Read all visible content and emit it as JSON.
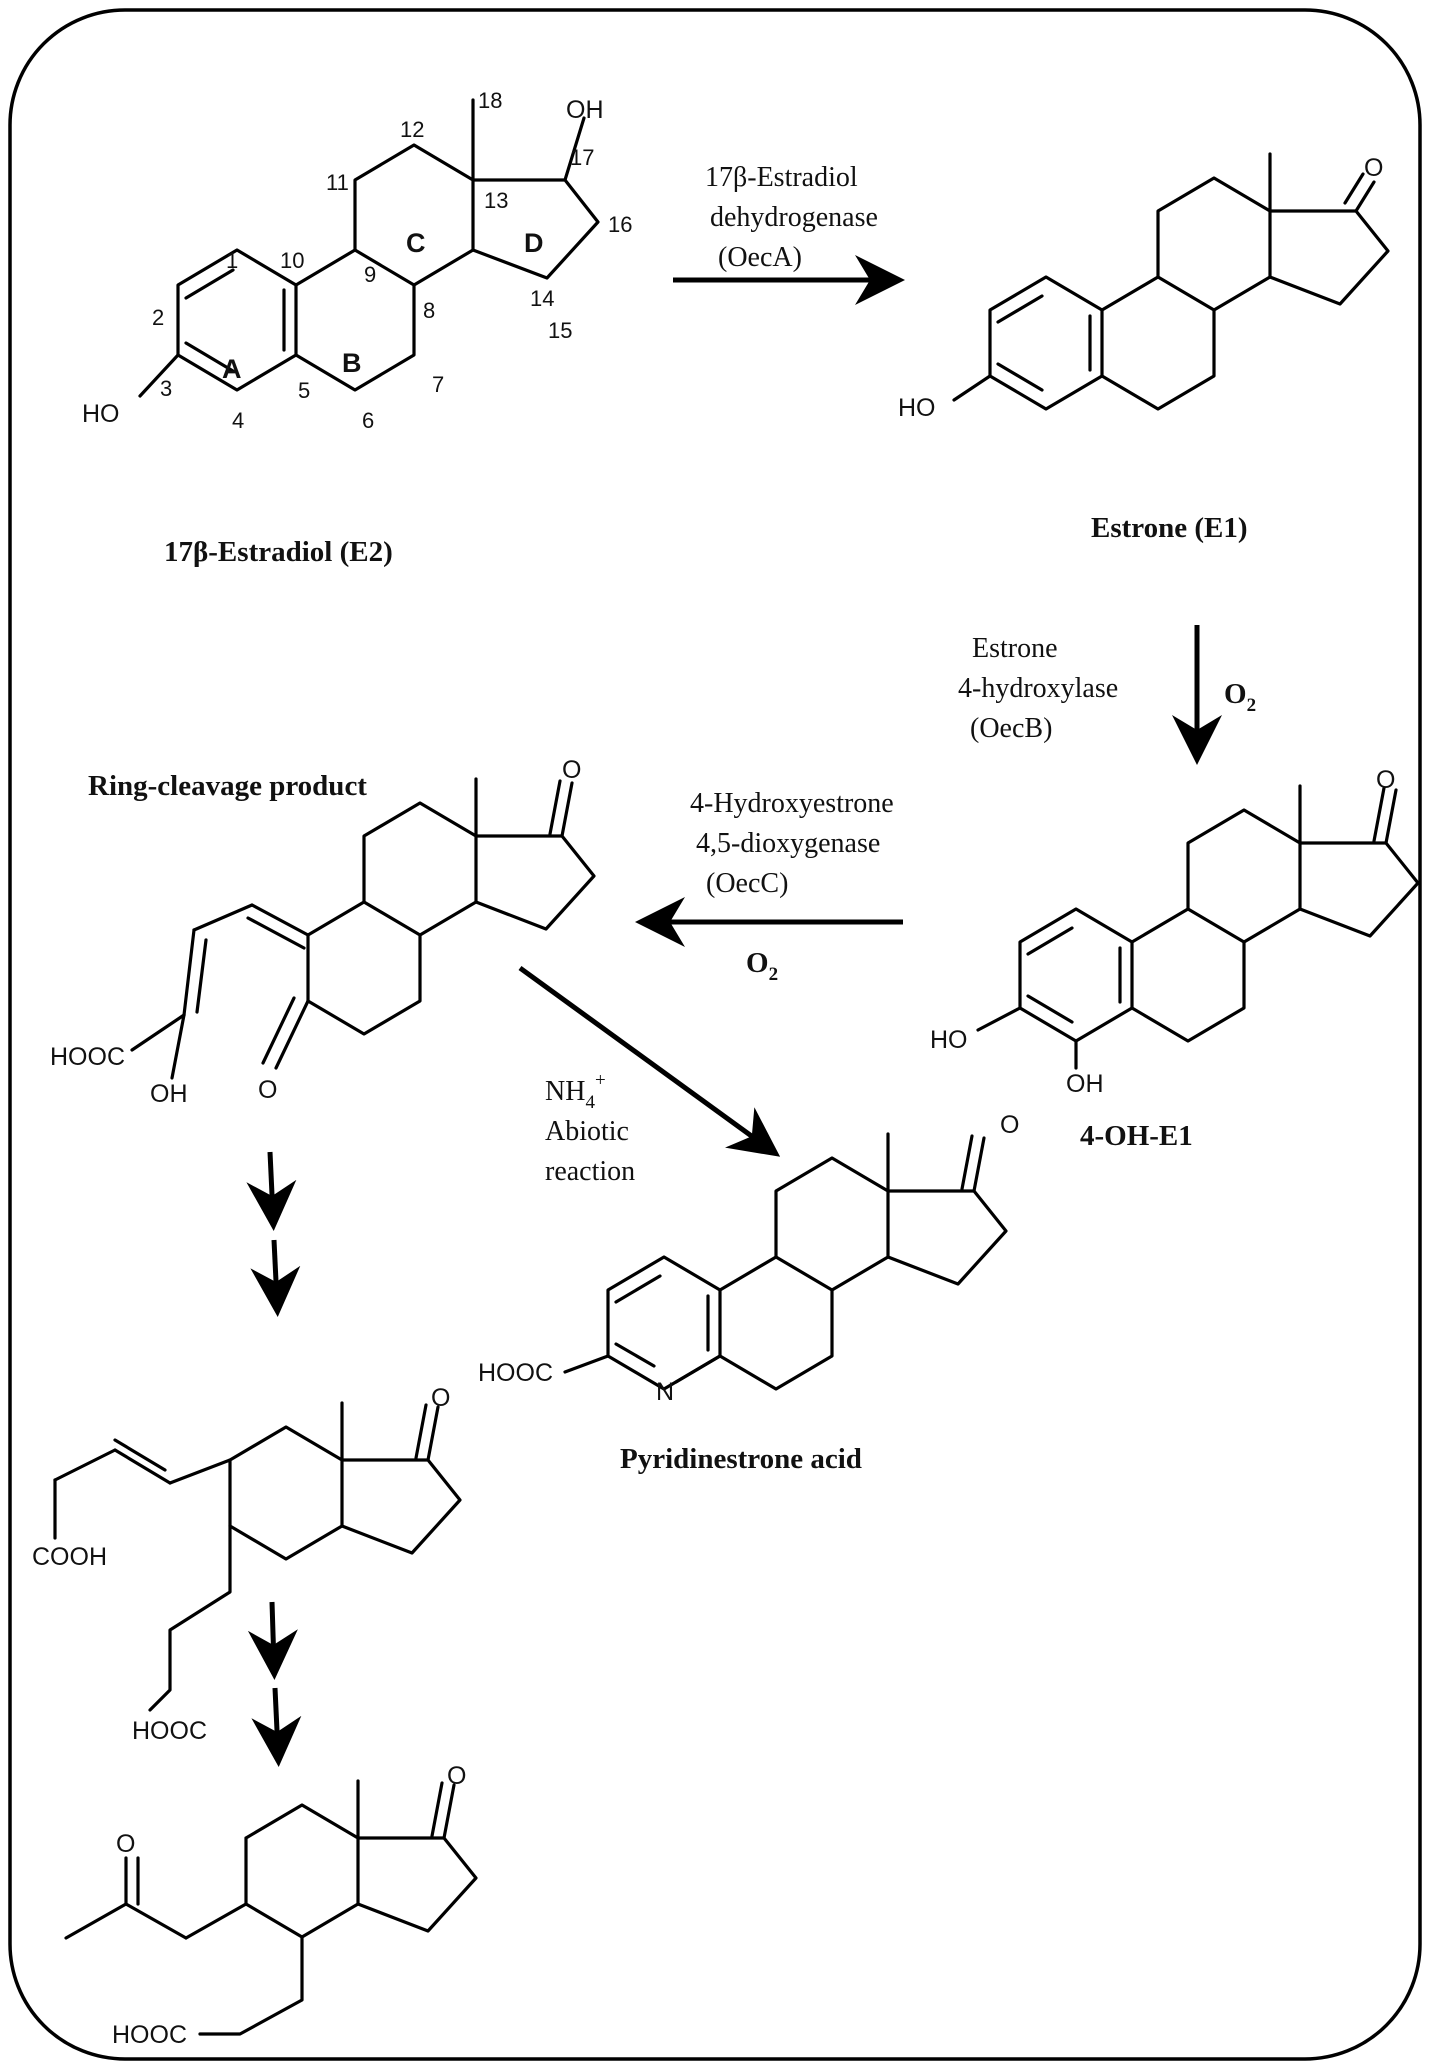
{
  "compounds": {
    "e2": {
      "name": "17β-Estradiol (E2)",
      "oh_top": "OH",
      "ho_left": "HO",
      "rings": [
        "A",
        "B",
        "C",
        "D"
      ],
      "atom_numbers": [
        "1",
        "2",
        "3",
        "4",
        "5",
        "6",
        "7",
        "8",
        "9",
        "10",
        "11",
        "12",
        "13",
        "14",
        "15",
        "16",
        "17",
        "18"
      ]
    },
    "e1": {
      "name": "Estrone (E1)",
      "ho": "HO",
      "o": "O"
    },
    "oh_e1": {
      "name": "4-OH-E1",
      "ho": "HO",
      "oh": "OH",
      "o": "O"
    },
    "ring_cleavage": {
      "name": "Ring-cleavage product",
      "hooc": "HOOC",
      "oh": "OH",
      "o_ketone": "O",
      "o_top": "O"
    },
    "pyridinestrone": {
      "name": "Pyridinestrone acid",
      "hooc": "HOOC",
      "n": "N",
      "o": "O"
    },
    "intermediate1": {
      "cooh": "COOH",
      "hooc": "HOOC",
      "o": "O"
    },
    "intermediate2": {
      "hooc": "HOOC",
      "o_methylketone": "O",
      "o": "O"
    }
  },
  "reactions": {
    "r1": {
      "enzyme_line1": "17β-Estradiol",
      "enzyme_line2": "dehydrogenase",
      "enzyme_line3": "(OecA)"
    },
    "r2": {
      "enzyme_line1": "Estrone",
      "enzyme_line2": "4-hydroxylase",
      "enzyme_line3": "(OecB)",
      "cosubstrate": "O",
      "cosubstrate_sub": "2"
    },
    "r3": {
      "enzyme_line1": "4-Hydroxyestrone",
      "enzyme_line2": "4,5-dioxygenase",
      "enzyme_line3": "(OecC)",
      "cosubstrate": "O",
      "cosubstrate_sub": "2"
    },
    "r4": {
      "reagent": "NH",
      "reagent_sub": "4",
      "reagent_sup": "+",
      "line2": "Abiotic",
      "line3": "reaction"
    }
  }
}
